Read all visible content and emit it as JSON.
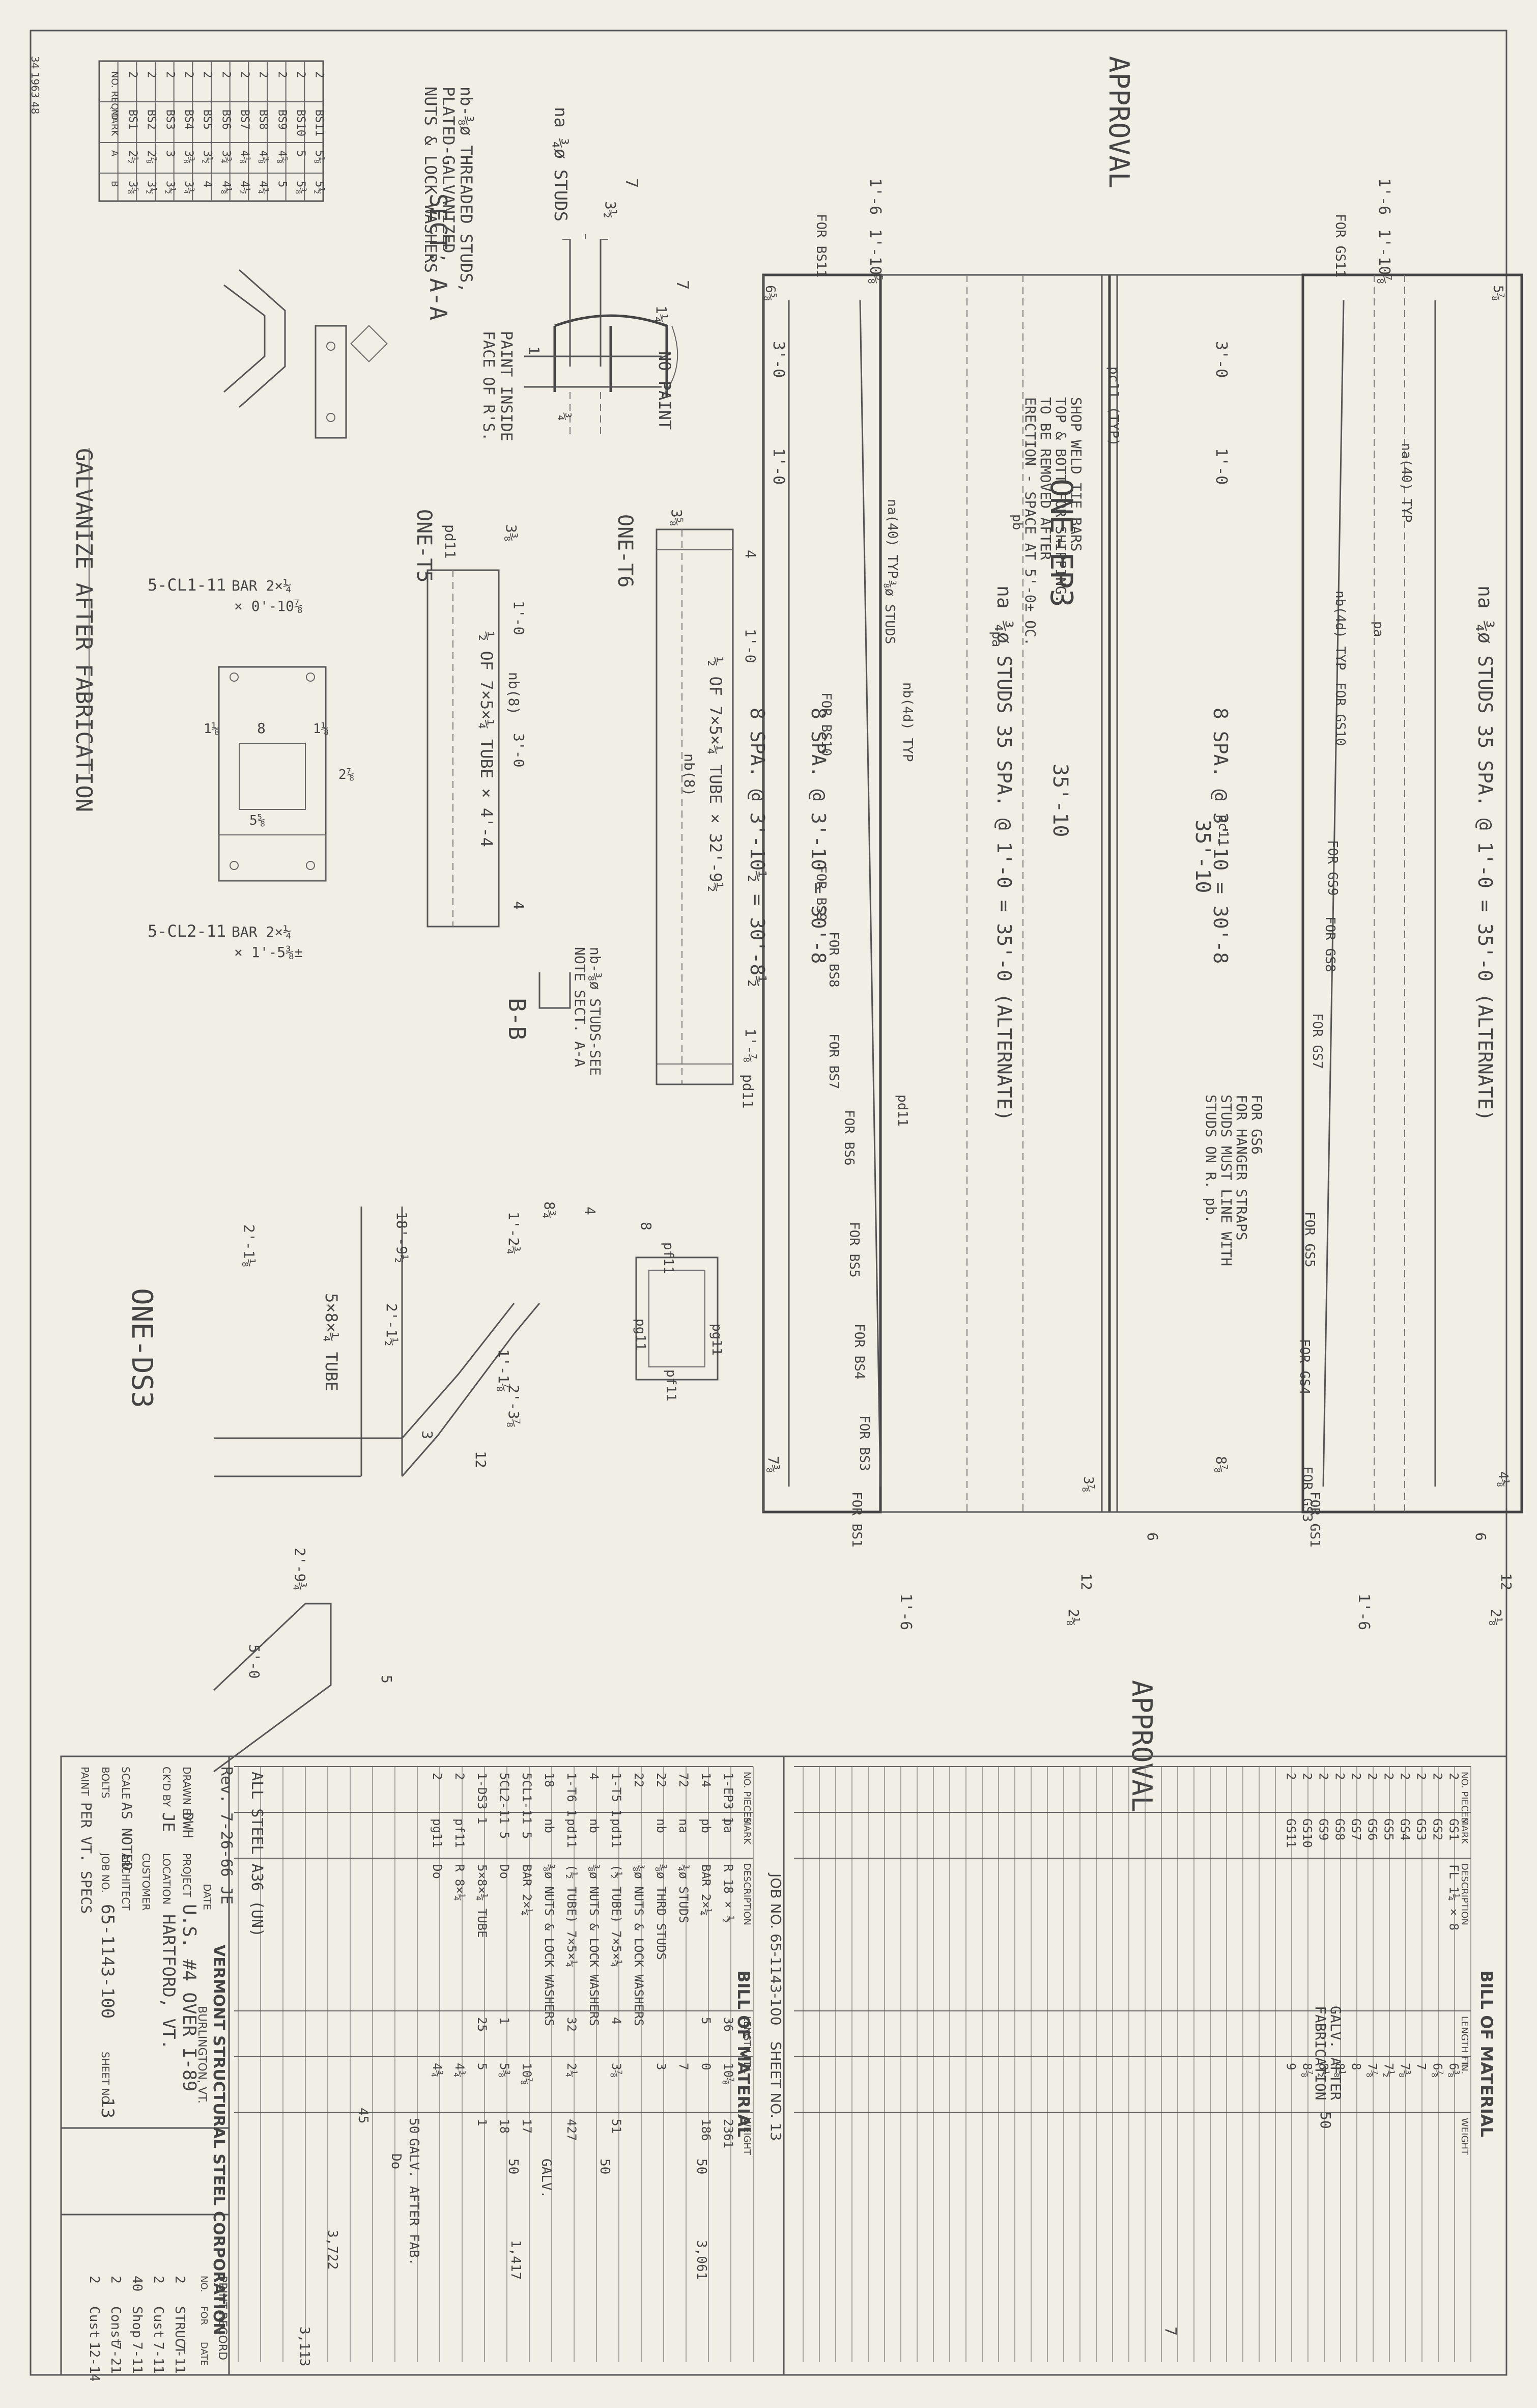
{
  "colors": {
    "paper": "#f1eee6",
    "ink": "#444444"
  },
  "stamp_corner": "34 1963 48",
  "approval_top": "APPROVAL",
  "approval_bottom": "APPROVAL",
  "galvanize_note": "GALVANIZE AFTER FABRICATION",
  "mark_table": {
    "headers": [
      "NO. REQ'D",
      "MARK",
      "A",
      "B"
    ],
    "rows": [
      [
        "2",
        "BS1",
        "2½",
        "3⅝"
      ],
      [
        "2",
        "BS2",
        "2⅞",
        "3½"
      ],
      [
        "2",
        "BS3",
        "3",
        "3½"
      ],
      [
        "2",
        "BS4",
        "3⅜",
        "3¾"
      ],
      [
        "2",
        "BS5",
        "3½",
        "4"
      ],
      [
        "2",
        "BS6",
        "3¾",
        "4⅛"
      ],
      [
        "2",
        "BS7",
        "4⅛",
        "4½"
      ],
      [
        "2",
        "BS8",
        "4⅜",
        "4¾"
      ],
      [
        "2",
        "BS9",
        "4⅝",
        "5"
      ],
      [
        "2",
        "BS10",
        "5",
        "5⅜"
      ],
      [
        "2",
        "BS11",
        "5⅛",
        "5½"
      ]
    ]
  },
  "sect_aa": {
    "title": "SECT. A-A",
    "studs": "na ¾ø STUDS",
    "threaded": [
      "nb-⅜ø THREADED STUDS,",
      "PLATED-GALVANIZED,",
      "NUTS & LOCK WASHERS"
    ],
    "paint": [
      "PAINT INSIDE",
      "FACE OF R'S."
    ],
    "no_paint": "NO PAINT",
    "dims": [
      "7",
      "3½",
      "1¼",
      "7",
      "1",
      "¾"
    ]
  },
  "one_t6": {
    "title": "ONE-T6",
    "label": "½ OF 7×5×¼ TUBE × 32'-9½",
    "dims": [
      "3⅝",
      "1'-0",
      "4",
      "1'-⅞"
    ],
    "parts": [
      "pd11",
      "nb(8)",
      "pd11"
    ]
  },
  "one_t5": {
    "title": "ONE-T5",
    "label": "½ OF 7×5×¼ TUBE × 4'-4",
    "dims": [
      "3⅜",
      "1'-0",
      "3'-0",
      "4"
    ],
    "parts": [
      "pd11",
      "nb(8)"
    ]
  },
  "bb": {
    "title": "B-B",
    "note": [
      "nb-⅜ø STUDS-SEE",
      "NOTE SECT. A-A"
    ]
  },
  "cl1": {
    "title": "5-CL1-11",
    "bar": "BAR 2×¼",
    "len": "× 0'-10⅞",
    "dims": [
      "1⅛",
      "8",
      "1⅛",
      "2⅞",
      "5⅝"
    ]
  },
  "cl2": {
    "title": "5-CL2-11",
    "bar": "BAR 2×¼",
    "len": "× 1'-5⅜±"
  },
  "one_ep3": {
    "title": "ONE-EP3",
    "dims_top": [
      "1'-6",
      "1'-10⅝",
      "6⅝",
      "3'-0",
      "1'-0"
    ],
    "dims_bot": [
      "7⅜",
      "3⅞",
      "1'-6",
      "12",
      "2⅛",
      "6"
    ],
    "notes": [
      "SHOP WELD TIE BARS",
      "TOP & BOTT FOR SHIPPING.",
      "TO BE REMOVED AFTER",
      "ERECTION - SPACE AT 5'-0± OC."
    ],
    "studs": "na ¾ø STUDS 35 SPA. @ 1'-0 = 35'-0 (ALTERNATE)",
    "span": "8 SPA. @ 3'-10 = 30'-8",
    "spacing": "8 SPA. @ 3'-10½ = 30'-8½",
    "overall": "35'-10",
    "labels": [
      "FOR BS11",
      "FOR BS10",
      "FOR BS9",
      "FOR BS8",
      "FOR BS7",
      "FOR BS6",
      "FOR BS5",
      "FOR BS4",
      "FOR BS3",
      "FOR BS1",
      "pc11 (TYP)",
      "pb",
      "pa",
      "pd11",
      "⅜ø STUDS",
      "na(40) TYP",
      "nb(4d) TYP"
    ]
  },
  "right_plate": {
    "dims_top": [
      "1'-6",
      "1'-10⅞",
      "5⅞",
      "3'-0",
      "1'-0"
    ],
    "dims_bot": [
      "8⅞",
      "4⅛",
      "1'-6",
      "12",
      "2⅛",
      "6"
    ],
    "studs": "na ¾ø STUDS 35 SPA. @ 1'-0 = 35'-0 (ALTERNATE)",
    "span": "8 SPA. @ 3'-10 = 30'-8",
    "overall": "35'-10",
    "strap": [
      "FOR GS6",
      "FOR HANGER STRAPS",
      "STUDS MUST LINE WITH",
      "STUDS ON R. pb."
    ],
    "labels": [
      "FOR GS11",
      "FOR GS10",
      "FOR GS9",
      "FOR GS8",
      "FOR GS7",
      "FOR GS5",
      "FOR GS4",
      "FOR GS3",
      "FOR GS1",
      "pa",
      "pc11",
      "na(40) TYP",
      "nb(4d) TYP"
    ]
  },
  "one_ds3": {
    "title": "ONE-DS3",
    "tube": "5×8×¼ TUBE",
    "dims": [
      "2'-1⅛",
      "18'-9½",
      "1'-2¾",
      "8¾",
      "4",
      "8",
      "2'-1½",
      "12",
      "2'-9¾",
      "5'-0",
      "3",
      "5",
      "2'-3⅞",
      "1'-1⅞"
    ],
    "parts": [
      "pf11",
      "pg11",
      "pf11",
      "pg11"
    ]
  },
  "bom_right": {
    "title": "BILL OF MATERIAL",
    "headers": [
      "NO. PIECES",
      "MARK",
      "DESCRIPTION",
      "LENGTH FT.",
      "IN.",
      "WEIGHT"
    ],
    "rows": [
      [
        "2",
        "GS1",
        "FL 1¼ × 8",
        "",
        "6⅜",
        ""
      ],
      [
        "2",
        "GS2",
        "",
        "",
        "6⅞",
        ""
      ],
      [
        "2",
        "GS3",
        "",
        "",
        "7",
        ""
      ],
      [
        "2",
        "GS4",
        "",
        "",
        "7⅜",
        ""
      ],
      [
        "2",
        "GS5",
        "",
        "",
        "7½",
        ""
      ],
      [
        "2",
        "GS6",
        "",
        "",
        "7⅞",
        ""
      ],
      [
        "2",
        "GS7",
        "",
        "",
        "8",
        ""
      ],
      [
        "2",
        "GS8",
        "",
        "",
        "8⅛",
        ""
      ],
      [
        "2",
        "GS9",
        "",
        "",
        "8½",
        ""
      ],
      [
        "2",
        "GS10",
        "",
        "",
        "8⅞",
        ""
      ],
      [
        "2",
        "GS11",
        "",
        "",
        "9",
        ""
      ]
    ],
    "galv": [
      "GALV. AFTER",
      "FABRICATION"
    ],
    "ref": "50",
    "weight": "7"
  },
  "bom_left": {
    "title": "BILL OF MATERIAL",
    "job": "JOB NO. 65-1143-100",
    "sheet": "SHEET NO. 13",
    "headers": [
      "NO. PIECES",
      "MARK",
      "DESCRIPTION",
      "LENGTH FT.",
      "IN.",
      "WEIGHT"
    ],
    "rows": [
      [
        "1-EP3",
        "1",
        "pa",
        "R 18 × ½",
        "36",
        "10⅞",
        "2361"
      ],
      [
        "",
        "14",
        "pb",
        "BAR 2×¼",
        "5",
        "0",
        "186"
      ],
      [
        "",
        "72",
        "na",
        "¾ø STUDS",
        "",
        "7",
        ""
      ],
      [
        "",
        "22",
        "nb",
        "⅜ø THRD STUDS",
        "",
        "3",
        ""
      ],
      [
        "",
        "22",
        "",
        "⅜ø NUTS & LOCK WASHERS",
        "",
        "",
        ""
      ],
      [
        "1-T5",
        "1",
        "pd11",
        "(½ TUBE) 7×5×¼",
        "4",
        "3⅞",
        "51"
      ],
      [
        "",
        "4",
        "nb",
        "⅜ø NUTS & LOCK WASHERS",
        "",
        "",
        ""
      ],
      [
        "1-T6",
        "1",
        "pd11",
        "(½ TUBE) 7×5×¼",
        "32",
        "2¼",
        "427"
      ],
      [
        "",
        "18",
        "nb",
        "⅜ø NUTS & LOCK WASHERS",
        "",
        "",
        ""
      ],
      [
        "5CL1-11",
        "5",
        "",
        "BAR 2×¼",
        "",
        "10⅞",
        "17"
      ],
      [
        "5CL2-11",
        "5",
        "",
        "Do",
        "1",
        "5⅜",
        "18"
      ],
      [
        "1-DS3",
        "1",
        "",
        "5×8×¼ TUBE",
        "25",
        "5",
        "1"
      ],
      [
        "",
        "2",
        "pf11",
        "R 8×¼",
        "",
        "4¾",
        ""
      ],
      [
        "",
        "2",
        "pg11",
        "Do",
        "",
        "4¾",
        ""
      ]
    ],
    "galv": "GALV.",
    "galv2": "GALV. AFTER FAB.",
    "do": "Do",
    "refs": [
      "50",
      "50",
      "50",
      "50",
      "45"
    ],
    "weights": [
      "3,061",
      "1,417",
      "3,722",
      "3,113"
    ]
  },
  "title_block": {
    "company": "VERMONT STRUCTURAL STEEL CORPORATION",
    "city": "BURLINGTON, VT.",
    "project_label": "PROJECT",
    "project": "U.S. #4 OVER I-89",
    "location_label": "LOCATION",
    "location": "HARTFORD, VT.",
    "customer_label": "CUSTOMER",
    "architect_label": "ARCHITECT",
    "job_label": "JOB NO.",
    "job": "65-1143-100",
    "sheet_label": "SHEET NO.",
    "sheet": "13",
    "drawn_label": "DRAWN BY",
    "drawn": "DWH",
    "checked_label": "CK'D BY",
    "checked": "JE",
    "scale_label": "SCALE",
    "scale": "AS NOTED",
    "bolts_label": "BOLTS",
    "paint_label": "PAINT",
    "paint": "PER VT. SPECS",
    "rev": "Rev. 7-26-66 JE",
    "date_label": "DATE",
    "all_steel": "ALL STEEL A36 (UN)"
  },
  "print_record": {
    "title": "PRINT RECORD",
    "headers": [
      "NO.",
      "FOR",
      "DATE"
    ],
    "rows": [
      [
        "2",
        "STRUCT",
        "7-11"
      ],
      [
        "2",
        "Cust",
        "7-11"
      ],
      [
        "40",
        "Shop",
        "7-11"
      ],
      [
        "2",
        "Const",
        "7-21"
      ],
      [
        "2",
        "Cust",
        "12-14"
      ]
    ]
  }
}
